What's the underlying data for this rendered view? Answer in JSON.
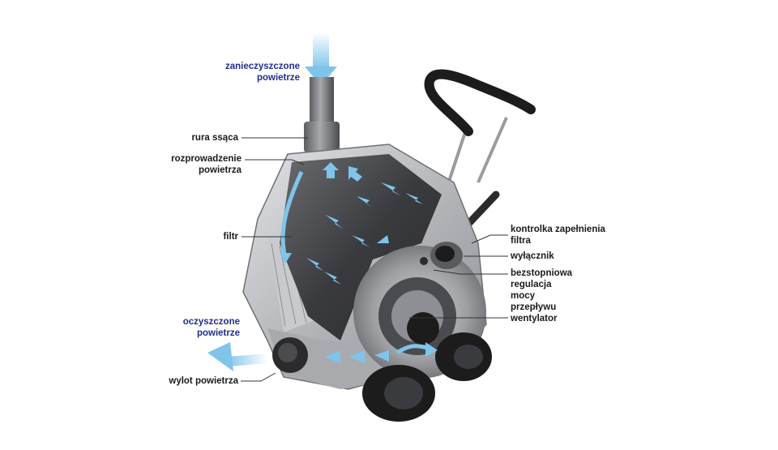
{
  "labels": {
    "dirty_air": [
      "zanieczyszczone",
      "powietrze"
    ],
    "suction_pipe": "rura ssąca",
    "air_distribution": [
      "rozprowadzenie",
      "powietrza"
    ],
    "filter": "filtr",
    "clean_air": [
      "oczyszczone",
      "powietrze"
    ],
    "air_outlet": "wylot powietrza",
    "filter_indicator": [
      "kontrolka zapełnienia",
      "filtra"
    ],
    "switch": "wyłącznik",
    "flow_regulation": [
      "bezstopniowa",
      "regulacja",
      "mocy",
      "przepływu"
    ],
    "fan": "wentylator"
  },
  "colors": {
    "label_blue": "#1f2d8f",
    "air_arrow": "#7fc4ea",
    "body_dark": "#2b2b2b",
    "body_silver": "#b4b6ba"
  }
}
